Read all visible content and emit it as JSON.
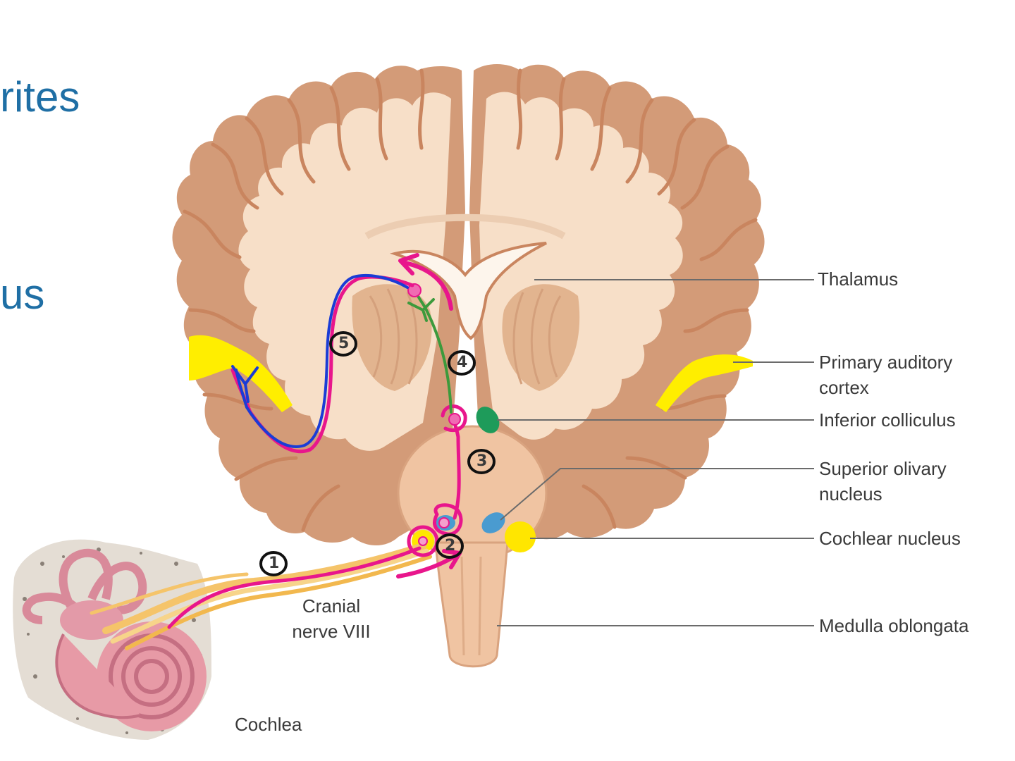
{
  "slide_fragments": {
    "line1": "rites",
    "line2": "us"
  },
  "labels": {
    "thalamus": "Thalamus",
    "primary_auditory_cortex_line1": "Primary auditory",
    "primary_auditory_cortex_line2": "cortex",
    "inferior_colliculus": "Inferior colliculus",
    "superior_olivary_nucleus_line1": "Superior olivary",
    "superior_olivary_nucleus_line2": "nucleus",
    "cochlear_nucleus": "Cochlear nucleus",
    "medulla_oblongata": "Medulla oblongata",
    "cranial_nerve_line1": "Cranial",
    "cranial_nerve_line2": "nerve VIII",
    "cochlea": "Cochlea"
  },
  "pathway_steps": [
    "1",
    "2",
    "3",
    "4",
    "5"
  ],
  "colors": {
    "brain_gray": "#d39b78",
    "brain_white": "#f7dfc8",
    "brainstem": "#f0c4a2",
    "auditory_cortex": "#ffee00",
    "inferior_colliculus": "#1e9b5a",
    "superior_olivary": "#4a9bd0",
    "cochlear_nucleus": "#ffe600",
    "annotation_pink": "#e8168c",
    "annotation_blue": "#1a3cd6",
    "annotation_green": "#3c9a3c",
    "nerve": "#f5c46a",
    "cochlea": "#e79aa6",
    "title_blue": "#1f6fa5"
  }
}
